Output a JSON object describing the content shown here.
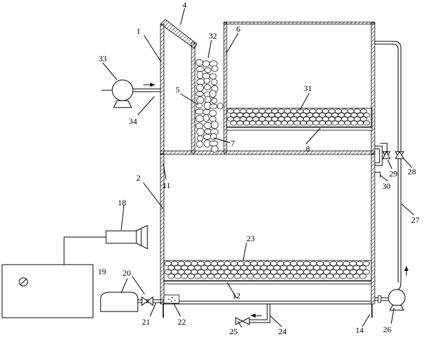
{
  "labels": {
    "l1": "1",
    "l2": "2",
    "l4": "4",
    "l5": "5",
    "l6": "6",
    "l7": "7",
    "l8": "8",
    "l11": "11",
    "l12": "12",
    "l14": "14",
    "l18": "18",
    "l19": "19",
    "l20": "20",
    "l21": "21",
    "l22": "22",
    "l23": "23",
    "l24": "24",
    "l25": "25",
    "l26": "26",
    "l27": "27",
    "l28": "28",
    "l29": "29",
    "l30": "30",
    "l31": "31",
    "l32": "32",
    "l33": "33",
    "l34": "34"
  },
  "colors": {
    "line": "#000000",
    "background": "#ffffff"
  },
  "icons": [
    "blower",
    "pump",
    "valve",
    "flow-arrow",
    "spray-nozzle",
    "control-box",
    "tank"
  ]
}
